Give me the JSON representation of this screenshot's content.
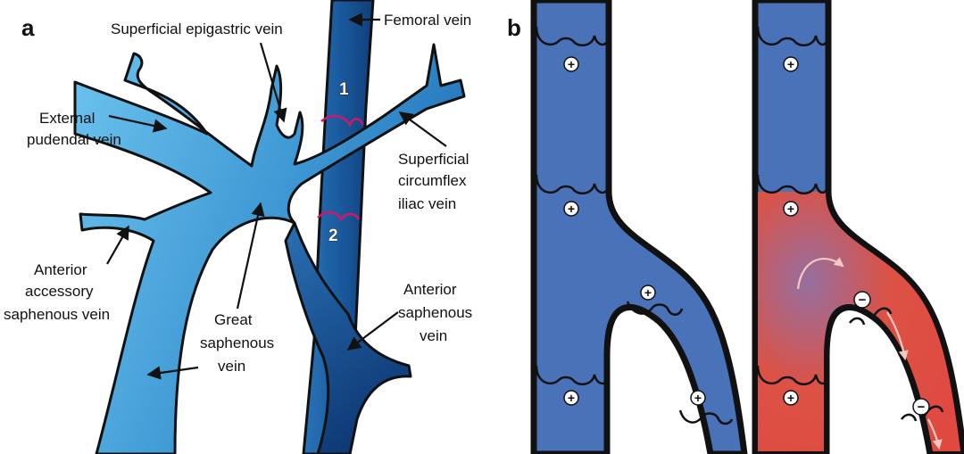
{
  "panel_a": {
    "letter": "a",
    "labels": {
      "superficial_epigastric": "Superficial epigastric vein",
      "femoral": "Femoral vein",
      "external_pudendal_1": "External",
      "external_pudendal_2": "pudendal vein",
      "superficial_circumflex_1": "Superficial",
      "superficial_circumflex_2": "circumflex",
      "superficial_circumflex_3": "iliac vein",
      "anterior_accessory_1": "Anterior",
      "anterior_accessory_2": "accessory",
      "anterior_accessory_3": "saphenous vein",
      "great_saphenous_1": "Great",
      "great_saphenous_2": "saphenous",
      "great_saphenous_3": "vein",
      "anterior_saphenous_1": "Anterior",
      "anterior_saphenous_2": "saphenous",
      "anterior_saphenous_3": "vein"
    },
    "markers": {
      "one": "1",
      "two": "2"
    }
  },
  "panel_b": {
    "letter": "b",
    "sign_plus": "+",
    "sign_minus": "−"
  },
  "colors": {
    "light_vein": "#5bb5e6",
    "mid_vein": "#2f82c4",
    "dark_vein": "#14447f",
    "femoral": "#1d5fa0",
    "panel_b_blue": "#4a72b8",
    "reflux_red": "#e84a3a",
    "marker_pink": "#d0186a",
    "outline": "#111111"
  }
}
